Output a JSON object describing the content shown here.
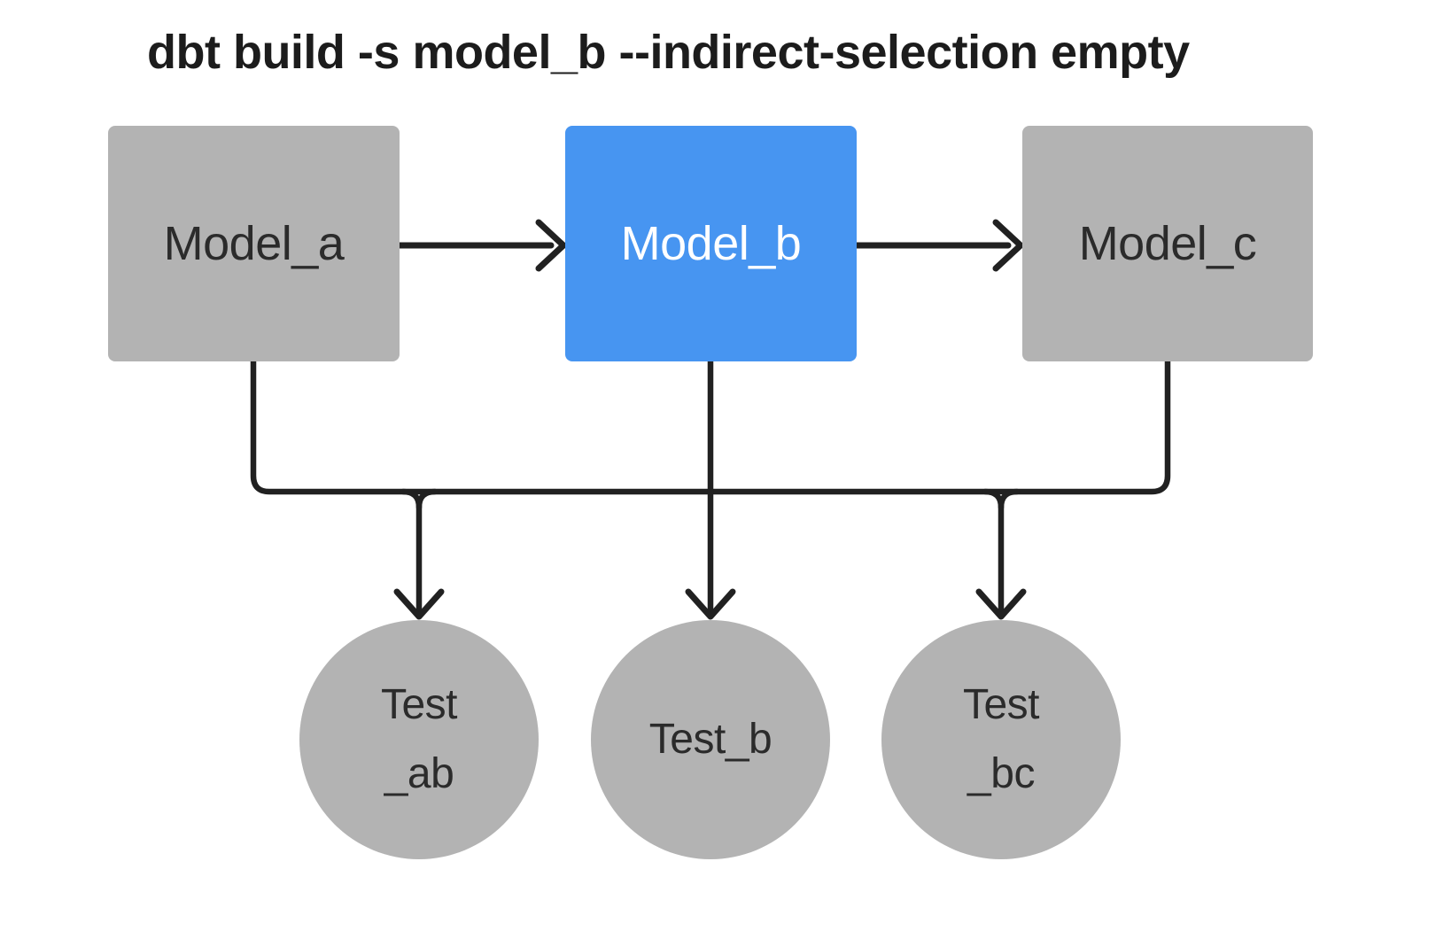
{
  "title": "dbt build -s model_b --indirect-selection empty",
  "colors": {
    "background": "#ffffff",
    "node_fill": "#b3b3b3",
    "selected_node_fill": "#4795f1",
    "edge": "#212121",
    "node_text": "#2b2b2b",
    "selected_node_text": "#ffffff",
    "title_text": "#1c1c1c"
  },
  "diagram": {
    "models": [
      {
        "id": "model_a",
        "label": "Model_a",
        "selected": false
      },
      {
        "id": "model_b",
        "label": "Model_b",
        "selected": true
      },
      {
        "id": "model_c",
        "label": "Model_c",
        "selected": false
      }
    ],
    "tests": [
      {
        "id": "test_ab",
        "label": "Test_ab",
        "lines": [
          "Test",
          "_ab"
        ]
      },
      {
        "id": "test_b",
        "label": "Test_b",
        "lines": [
          "Test_b"
        ]
      },
      {
        "id": "test_bc",
        "label": "Test_bc",
        "lines": [
          "Test",
          "_bc"
        ]
      }
    ],
    "edges": [
      {
        "from": "model_a",
        "to": "model_b"
      },
      {
        "from": "model_b",
        "to": "model_c"
      },
      {
        "from": "model_a",
        "to": "test_ab"
      },
      {
        "from": "model_b",
        "to": "test_ab"
      },
      {
        "from": "model_b",
        "to": "test_b"
      },
      {
        "from": "model_b",
        "to": "test_bc"
      },
      {
        "from": "model_c",
        "to": "test_bc"
      }
    ]
  }
}
